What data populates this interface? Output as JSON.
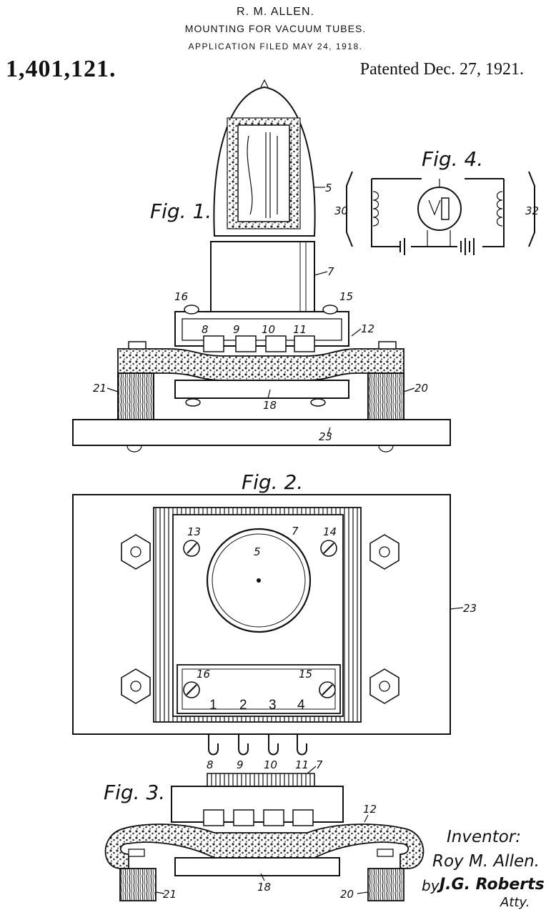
{
  "header": {
    "inventor_name": "R. M. ALLEN.",
    "title": "MOUNTING FOR VACUUM TUBES.",
    "application": "APPLICATION FILED MAY 24, 1918."
  },
  "patent_number": "1,401,121.",
  "patent_date": "Patented Dec. 27, 1921.",
  "figures": {
    "fig1": "Fig. 1.",
    "fig2": "Fig. 2.",
    "fig3": "Fig. 3.",
    "fig4": "Fig. 4."
  },
  "fig1_refs": [
    "5",
    "7",
    "16",
    "15",
    "8",
    "9",
    "10",
    "11",
    "12",
    "21",
    "20",
    "18",
    "23"
  ],
  "fig2_refs": [
    "13",
    "7",
    "5",
    "14",
    "23",
    "16",
    "15",
    "8",
    "9",
    "10",
    "11"
  ],
  "fig2_terminals": [
    "1",
    "2",
    "3",
    "4"
  ],
  "fig3_refs": [
    "7",
    "12",
    "18",
    "21",
    "20"
  ],
  "fig4_refs": [
    "30",
    "32"
  ],
  "signature": {
    "label": "Inventor:",
    "name": "Roy M. Allen.",
    "by": "by",
    "attorney": "J.G. Roberts",
    "atty": "Atty."
  }
}
